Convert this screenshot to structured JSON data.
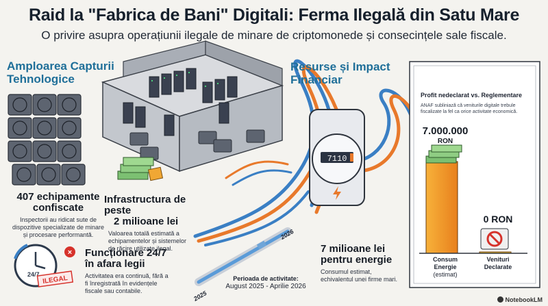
{
  "header": {
    "title": "Raid la \"Fabrica de Bani\" Digitali: Ferma Ilegală din Satu Mare",
    "subtitle": "O privire asupra operațiunii ilegale de minare de criptomonede și consecințele sale fiscale."
  },
  "left": {
    "section_title_1": "Amploarea Capturii",
    "section_title_2": "Tehnologice"
  },
  "stats": {
    "equipment_title_1": "407 echipamente",
    "equipment_title_2": "confiscate",
    "equipment_desc_1": "Inspectorii au ridicat sute de",
    "equipment_desc_2": "dispozitive specializate de minare",
    "equipment_desc_3": "și procesare performantă.",
    "infra_title_1": "Infrastructura de peste",
    "infra_title_2": "2 milioane lei",
    "infra_desc_1": "Valoarea totală estimată a",
    "infra_desc_2": "echipamentelor și sistemelor",
    "infra_desc_3": "de răcire utilizate ilegal.",
    "ops_title_1": "Funcționare 24/7",
    "ops_title_2": "în afara legii",
    "ops_desc_1": "Activitatea era continuă, fără a",
    "ops_desc_2": "fi înregistrată în evidențele",
    "ops_desc_3": "fiscale sau contabile.",
    "energy_title_1": "7 milioane lei",
    "energy_title_2": "pentru energie",
    "energy_desc_1": "Consumul estimat,",
    "energy_desc_2": "echivalentul unei firme mari."
  },
  "clock": {
    "label": "24/7",
    "stamp": "ILEGAL"
  },
  "timeline": {
    "caption_1": "Perioada de activitate:",
    "caption_2": "August 2025 - Aprilie 2026",
    "year_start": "2025",
    "year_end": "2026"
  },
  "meter": {
    "digits": "7110"
  },
  "right": {
    "section_title_1": "Resurse și Impact",
    "section_title_2": "Financiar"
  },
  "doc": {
    "title": "Profit nedeclarat vs. Reglementare",
    "note_1": "ANAF subliniază că veniturile digitale trebule",
    "note_2": "fiscalizate la fel ca orice activitate economică."
  },
  "chart_data": {
    "type": "bar",
    "categories": [
      "Consum Energie (estimat)",
      "Venituri Declarate"
    ],
    "values": [
      7000000,
      0
    ],
    "value_labels": [
      "7.000.000 RON",
      "0 RON"
    ],
    "category_lines": [
      [
        "Consum",
        "Energie",
        "(estimat)"
      ],
      [
        "Venituri",
        "Declarate"
      ]
    ],
    "title": "Profit nedeclarat vs. Reglementare",
    "colors": [
      "#f39a1f",
      "#f6cf3c"
    ],
    "ylim": [
      0,
      7000000
    ]
  },
  "brand": {
    "name": "NotebookLM"
  },
  "colors": {
    "accent_blue": "#1f6f99",
    "cable_orange": "#e8792b",
    "cable_blue": "#3a7fc4",
    "stamp_red": "#d6322b"
  }
}
